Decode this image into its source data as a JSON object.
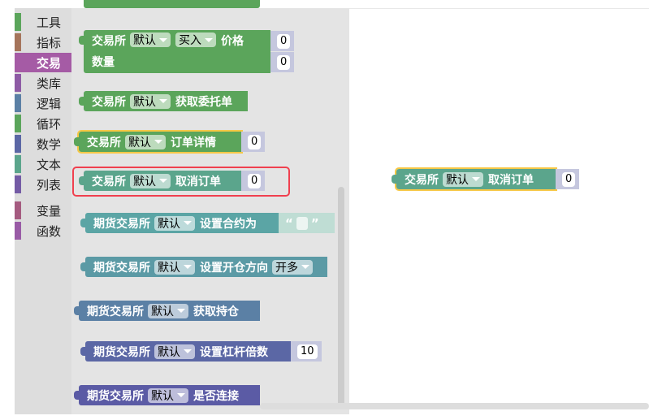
{
  "toolbox": [
    {
      "label": "工具",
      "color": "#5ba55b"
    },
    {
      "label": "指标",
      "color": "#a5745b"
    },
    {
      "label": "交易",
      "color": "#a55ba5",
      "selected": true
    },
    {
      "label": "类库",
      "color": "#8e5ba5"
    },
    {
      "label": "逻辑",
      "color": "#5b80a5"
    },
    {
      "label": "循环",
      "color": "#5ba55b"
    },
    {
      "label": "数学",
      "color": "#5b67a5"
    },
    {
      "label": "文本",
      "color": "#5ba58c"
    },
    {
      "label": "列表",
      "color": "#745ba5"
    },
    {
      "label": "变量",
      "color": "#a55b80"
    },
    {
      "label": "函数",
      "color": "#995ba6"
    }
  ],
  "blocks": [
    {
      "exchange": "交易所",
      "dropdown": "默认",
      "side": "买入",
      "action": "价格",
      "row2": "数量",
      "value": "0",
      "value2": "0",
      "color": "#5ba55b"
    },
    {
      "exchange": "交易所",
      "dropdown": "默认",
      "action": "获取委托单",
      "color": "#5ba55b"
    },
    {
      "exchange": "交易所",
      "dropdown": "默认",
      "action": "订单详情",
      "value": "0",
      "color": "#5ba55b"
    },
    {
      "exchange": "交易所",
      "dropdown": "默认",
      "action": "取消订单",
      "value": "0",
      "color": "#5ba58c"
    },
    {
      "exchange": "期货交易所",
      "dropdown": "默认",
      "action": "设置合约为",
      "text_open": "“",
      "text_close": "”",
      "color": "#5ba5a5"
    },
    {
      "exchange": "期货交易所",
      "dropdown": "默认",
      "action": "设置开仓方向",
      "option": "开多",
      "color": "#5b9aa5"
    },
    {
      "exchange": "期货交易所",
      "dropdown": "默认",
      "action": "获取持仓",
      "color": "#5b80a5"
    },
    {
      "exchange": "期货交易所",
      "dropdown": "默认",
      "action": "设置杠杆倍数",
      "value": "10",
      "color": "#5b67a5"
    },
    {
      "exchange": "期货交易所",
      "dropdown": "默认",
      "action": "是否连接",
      "color": "#5b5ba5"
    }
  ],
  "workspace_block": {
    "exchange": "交易所",
    "dropdown": "默认",
    "action": "取消订单",
    "value": "0",
    "color": "#5ba58c"
  }
}
